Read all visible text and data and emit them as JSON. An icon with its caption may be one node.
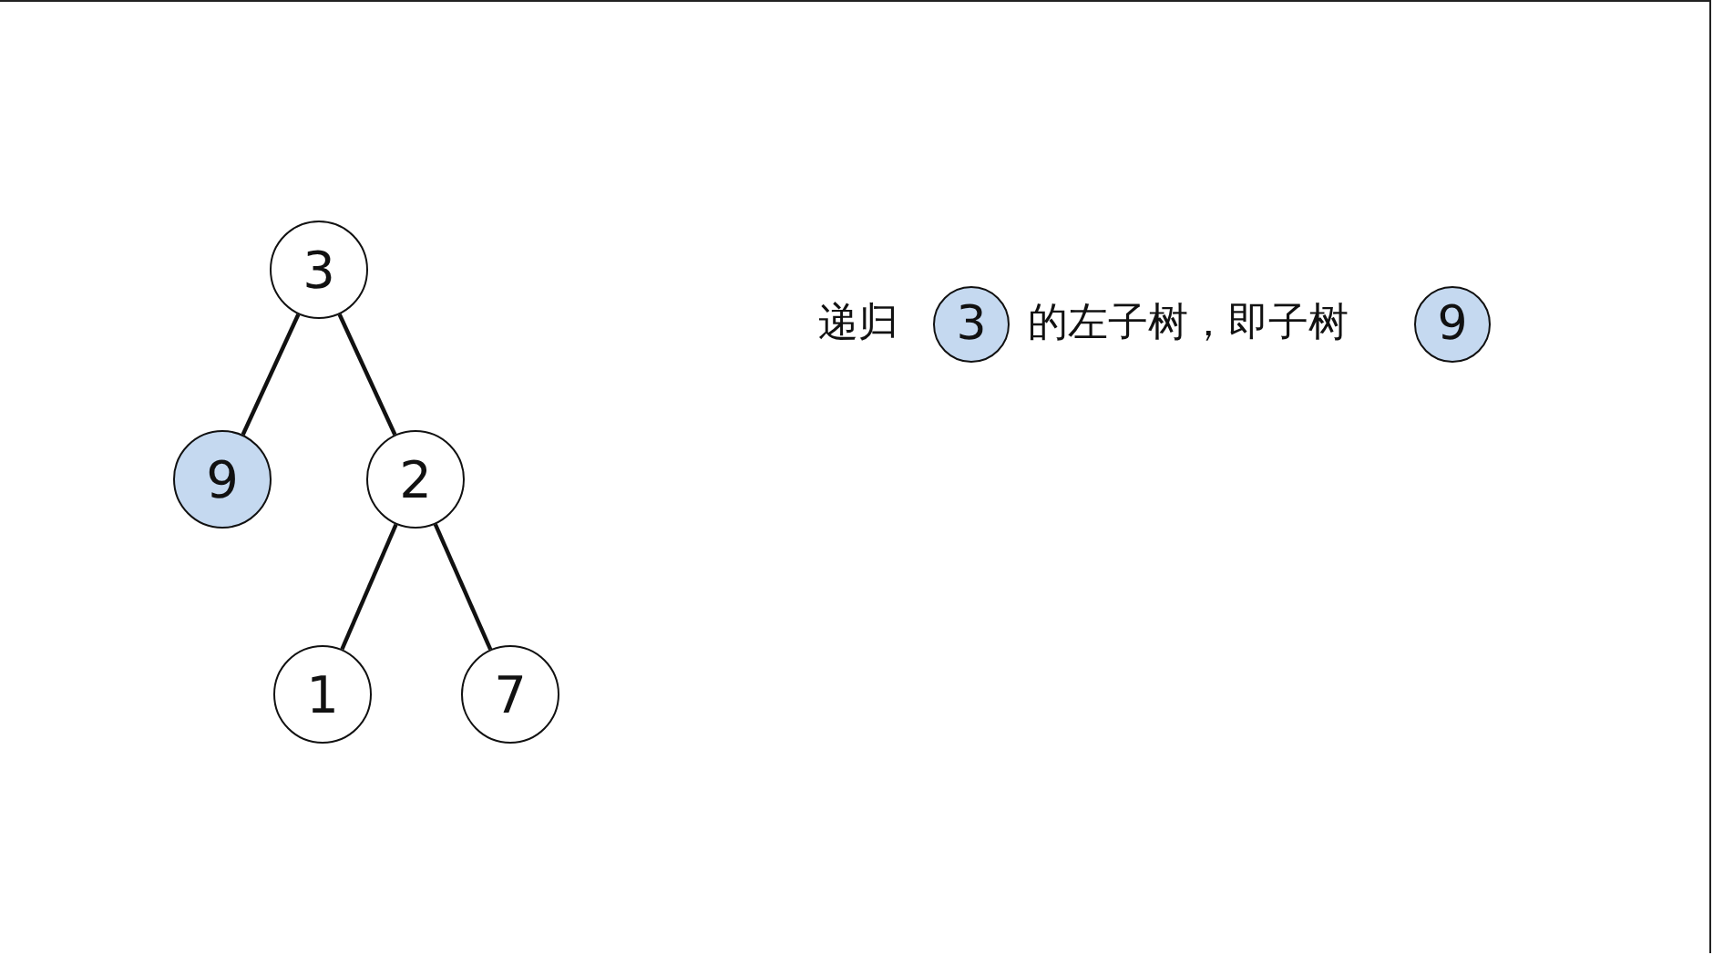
{
  "diagram": {
    "nodes": [
      {
        "text": [
          "3"
        ]
      },
      {
        "text": [
          "9"
        ]
      },
      {
        "text": [
          "2"
        ]
      },
      {
        "text": [
          "1"
        ]
      },
      {
        "text": [
          "7"
        ]
      },
      {
        "text": [
          "3"
        ]
      },
      {
        "text": [
          "9"
        ]
      }
    ],
    "edges": [
      {
        "from": 0,
        "to": 1,
        "arrow": "none"
      },
      {
        "from": 0,
        "to": 2,
        "arrow": "none"
      },
      {
        "from": 2,
        "to": 3,
        "arrow": "none"
      },
      {
        "from": 2,
        "to": 4,
        "arrow": "none"
      }
    ],
    "labels": [
      "递归",
      "的左子树，即子树"
    ]
  }
}
